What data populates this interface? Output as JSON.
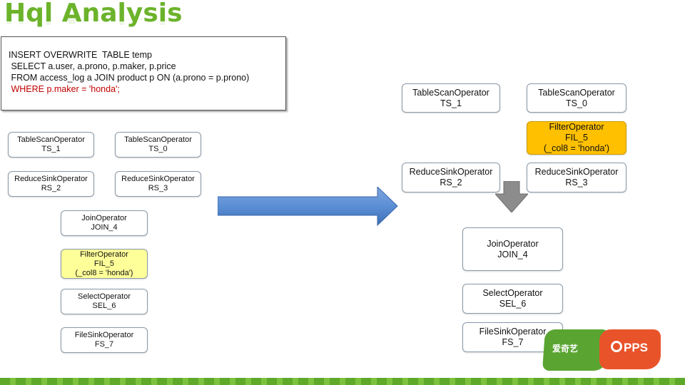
{
  "title": "Hql Analysis",
  "sql": {
    "line1": "INSERT OVERWRITE  TABLE temp",
    "line2": " SELECT a.user, a.prono, p.maker, p.price",
    "line3": " FROM access_log a JOIN product p ON (a.prono = p.prono)",
    "line4": " WHERE p.maker = 'honda';"
  },
  "left_plan": {
    "ts1": {
      "name": "TableScanOperator",
      "id": "TS_1"
    },
    "ts0": {
      "name": "TableScanOperator",
      "id": "TS_0"
    },
    "rs2": {
      "name": "ReduceSinkOperator",
      "id": "RS_2"
    },
    "rs3": {
      "name": "ReduceSinkOperator",
      "id": "RS_3"
    },
    "join4": {
      "name": "JoinOperator",
      "id": "JOIN_4"
    },
    "fil5": {
      "name": "FilterOperator",
      "id": "FIL_5",
      "predicate": "(_col8 = 'honda')"
    },
    "sel6": {
      "name": "SelectOperator",
      "id": "SEL_6"
    },
    "fs7": {
      "name": "FileSinkOperator",
      "id": "FS_7"
    }
  },
  "right_plan": {
    "ts1": {
      "name": "TableScanOperator",
      "id": "TS_1"
    },
    "ts0": {
      "name": "TableScanOperator",
      "id": "TS_0"
    },
    "fil5": {
      "name": "FilterOperator",
      "id": "FIL_5",
      "predicate": "(_col8 = 'honda')"
    },
    "rs2": {
      "name": "ReduceSinkOperator",
      "id": "RS_2"
    },
    "rs3": {
      "name": "ReduceSinkOperator",
      "id": "RS_3"
    },
    "join4": {
      "name": "JoinOperator",
      "id": "JOIN_4"
    },
    "sel6": {
      "name": "SelectOperator",
      "id": "SEL_6"
    },
    "fs7": {
      "name": "FileSinkOperator",
      "id": "FS_7"
    }
  },
  "logo": {
    "iqiyi": "爱奇艺",
    "pps": "PPS"
  },
  "colors": {
    "title": "#6cb32b",
    "filter_left": "#ffff99",
    "filter_right": "#ffc000",
    "arrow": "#4f81bd"
  }
}
